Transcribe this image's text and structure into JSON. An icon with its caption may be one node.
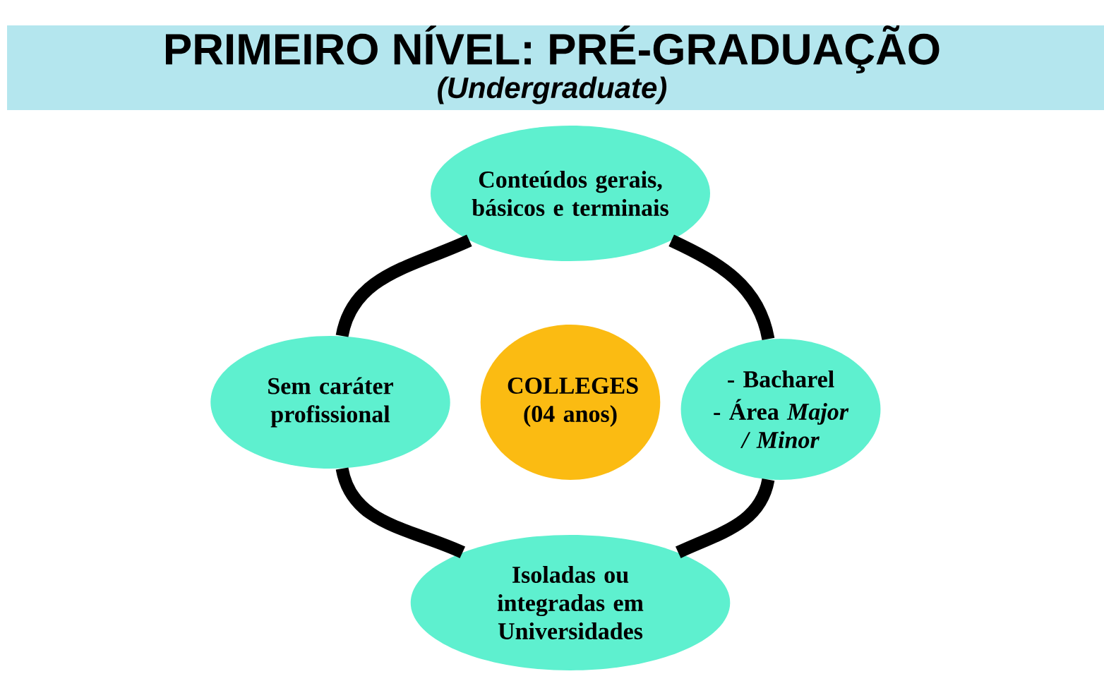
{
  "diagram": {
    "title": "PRIMEIRO NÍVEL: PRÉ-GRADUAÇÃO",
    "nodes": [
      {
        "text": [
          "Conteúdos gerais, básicos e terminais"
        ]
      },
      {
        "text": [
          "Sem caráter profissional"
        ]
      },
      {
        "text": [
          "COLLEGES (04 anos)"
        ]
      },
      {
        "text": [
          "- Bacharel",
          "- Área *Major / Minor*"
        ]
      },
      {
        "text": [
          "Isoladas ou integradas em Universidades"
        ]
      }
    ],
    "edges": [
      {
        "from": 0,
        "to": 3,
        "arrow": "none"
      },
      {
        "from": 3,
        "to": 4,
        "arrow": "none"
      },
      {
        "from": 4,
        "to": 1,
        "arrow": "none"
      },
      {
        "from": 1,
        "to": 0,
        "arrow": "none"
      }
    ],
    "labels": [
      "(Undergraduate)"
    ]
  }
}
